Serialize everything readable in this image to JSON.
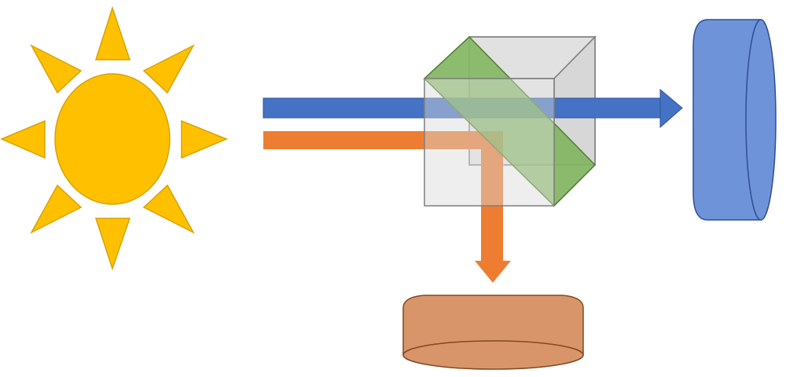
{
  "diagram": {
    "kind": "beam-splitter-illustration",
    "elements": [
      "sun",
      "blue-beam",
      "orange-beam",
      "beam-splitter-cube",
      "blue-detector",
      "orange-detector"
    ],
    "colors": {
      "sun": "#FFC000",
      "sun_stroke": "#D6A300",
      "blue_beam": "#4472C4",
      "orange_beam": "#ED7D31",
      "cube_face": "#D9D9D9",
      "cube_edge": "#7F7F7F",
      "splitter": "#70AD47",
      "blue_detector": "#6F93D8",
      "orange_detector": "#D9956A"
    }
  }
}
